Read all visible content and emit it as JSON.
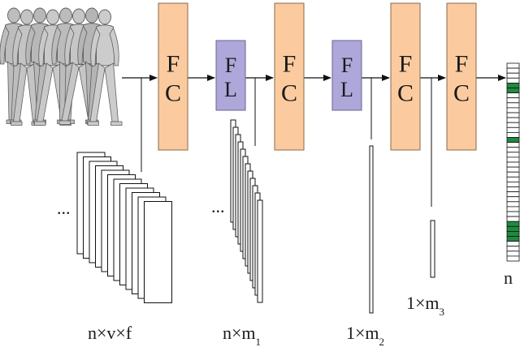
{
  "colors": {
    "fc_fill": "#FBCB9F",
    "fc_stroke": "#8a6a4a",
    "fl_fill": "#ADA7DA",
    "fl_stroke": "#6a6590",
    "highlight": "#1f8a3e",
    "line": "#111111"
  },
  "icons": {
    "input_figure": "walking-human-mesh-sequence"
  },
  "blocks": [
    {
      "id": "fc1",
      "top": "F",
      "bottom": "C"
    },
    {
      "id": "fl1",
      "top": "F",
      "bottom": "L"
    },
    {
      "id": "fc2",
      "top": "F",
      "bottom": "C"
    },
    {
      "id": "fl2",
      "top": "F",
      "bottom": "L"
    },
    {
      "id": "fc3",
      "top": "F",
      "bottom": "C"
    },
    {
      "id": "fc4",
      "top": "F",
      "bottom": "C"
    }
  ],
  "dimensions": {
    "input": {
      "main": "n×v×f",
      "sub": ""
    },
    "fl1": {
      "main": "n×m",
      "sub": "1"
    },
    "fc2": {
      "main": "1×m",
      "sub": "2"
    },
    "fc3": {
      "main": "1×m",
      "sub": "3"
    },
    "output": {
      "main": "n",
      "sub": ""
    }
  },
  "ellipsis": "...",
  "output_vector": {
    "cells": 40,
    "highlighted": [
      4,
      5,
      15,
      32,
      33,
      34,
      35
    ]
  }
}
